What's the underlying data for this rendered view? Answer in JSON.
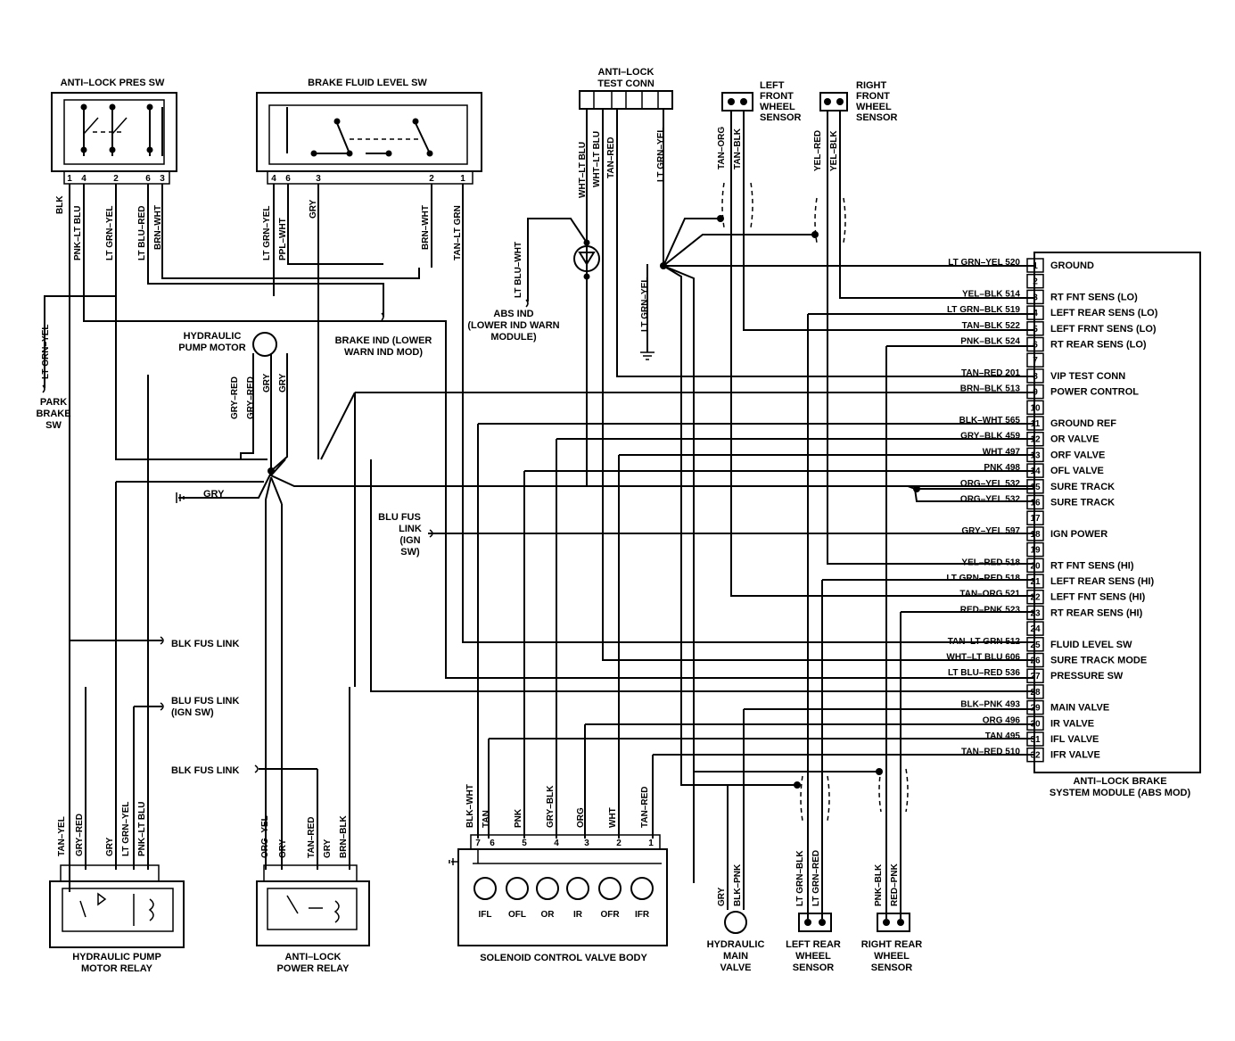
{
  "components": {
    "anti_lock_pres_sw": "ANTI–LOCK PRES SW",
    "brake_fluid_level_sw": "BRAKE FLUID LEVEL SW",
    "anti_lock_test_conn": [
      "ANTI–LOCK",
      "TEST CONN"
    ],
    "left_front_wheel_sensor": [
      "LEFT",
      "FRONT",
      "WHEEL",
      "SENSOR"
    ],
    "right_front_wheel_sensor": [
      "RIGHT",
      "FRONT",
      "WHEEL",
      "SENSOR"
    ],
    "hydraulic_pump_motor": [
      "HYDRAULIC",
      "PUMP MOTOR"
    ],
    "brake_ind": [
      "BRAKE IND (LOWER",
      "WARN IND MOD)"
    ],
    "abs_ind": [
      "ABS IND",
      "(LOWER IND WARN",
      "MODULE)"
    ],
    "park_brake_sw": [
      "PARK",
      "BRAKE",
      "SW"
    ],
    "blu_fus_link_ign": [
      "BLU FUS",
      "LINK",
      "(IGN",
      "SW)"
    ],
    "blk_fus_link_1": "BLK FUS LINK",
    "blu_fus_link_2": [
      "BLU FUS LINK",
      "(IGN SW)"
    ],
    "blk_fus_link_3": "BLK FUS LINK",
    "hydraulic_pump_motor_relay": [
      "HYDRAULIC PUMP",
      "MOTOR RELAY"
    ],
    "anti_lock_power_relay": [
      "ANTI–LOCK",
      "POWER RELAY"
    ],
    "solenoid_control_valve_body": "SOLENOID CONTROL VALVE BODY",
    "hydraulic_main_valve": [
      "HYDRAULIC",
      "MAIN",
      "VALVE"
    ],
    "left_rear_wheel_sensor": [
      "LEFT REAR",
      "WHEEL",
      "SENSOR"
    ],
    "right_rear_wheel_sensor": [
      "RIGHT REAR",
      "WHEEL",
      "SENSOR"
    ],
    "abs_module": [
      "ANTI–LOCK BRAKE",
      "SYSTEM MODULE (ABS MOD)"
    ]
  },
  "pres_sw_pins": [
    "1",
    "4",
    "2",
    "6",
    "3"
  ],
  "pres_sw_wires": [
    "BLK",
    "PNK–LT BLU",
    "LT GRN–YEL",
    "LT BLU–RED",
    "BRN–WHT"
  ],
  "fluid_sw_pins": [
    "4",
    "6",
    "3",
    "2",
    "1"
  ],
  "fluid_sw_wires": [
    "LT GRN–YEL",
    "PPL–WHT",
    "GRY",
    "BRN–WHT",
    "TAN–LT GRN"
  ],
  "test_conn_wires": [
    "WHT–LT BLU",
    "WHT–LT BLU",
    "TAN–RED",
    "LT GRN–YEL"
  ],
  "lf_sensor_wires": [
    "TAN–ORG",
    "TAN–BLK"
  ],
  "rf_sensor_wires": [
    "YEL–RED",
    "YEL–BLK"
  ],
  "misc_wires": {
    "park_brake": "LT GRN–YEL",
    "abs_ind": "LT BLU–WHT",
    "ground_lt_grn_yel": "LT GRN–YEL",
    "pump_motor": [
      "GRY–RED",
      "GRY–RED",
      "GRY",
      "GRY"
    ],
    "gry_ground": "GRY"
  },
  "pump_relay_wires": [
    "TAN–YEL",
    "GRY–RED",
    "GRY",
    "LT GRN–YEL",
    "PNK–LT BLU"
  ],
  "power_relay_wires": [
    "ORG–YEL",
    "GRY",
    "TAN–RED",
    "GRY",
    "BRN–BLK"
  ],
  "solenoid_pins": [
    "7",
    "6",
    "5",
    "4",
    "3",
    "2",
    "1"
  ],
  "solenoid_wires": [
    "BLK–WHT",
    "TAN",
    "PNK",
    "GRY–BLK",
    "ORG",
    "WHT",
    "TAN–RED"
  ],
  "solenoid_valves": [
    "IFL",
    "OFL",
    "OR",
    "IR",
    "OFR",
    "IFR"
  ],
  "main_valve_wires": [
    "GRY",
    "BLK–PNK"
  ],
  "lr_sensor_wires": [
    "LT GRN–BLK",
    "LT GRN–RED"
  ],
  "rr_sensor_wires": [
    "PNK–BLK",
    "RED–PNK"
  ],
  "module_pins": [
    {
      "pin": "1",
      "wire": "LT GRN–YEL 520",
      "func": "GROUND"
    },
    {
      "pin": "2",
      "wire": "",
      "func": ""
    },
    {
      "pin": "3",
      "wire": "YEL–BLK 514",
      "func": "RT FNT SENS (LO)"
    },
    {
      "pin": "4",
      "wire": "LT GRN–BLK 519",
      "func": "LEFT REAR SENS (LO)"
    },
    {
      "pin": "5",
      "wire": "TAN–BLK 522",
      "func": "LEFT FRNT SENS (LO)"
    },
    {
      "pin": "6",
      "wire": "PNK–BLK 524",
      "func": "RT REAR SENS (LO)"
    },
    {
      "pin": "7",
      "wire": "",
      "func": ""
    },
    {
      "pin": "8",
      "wire": "TAN–RED 201",
      "func": "VIP TEST CONN"
    },
    {
      "pin": "9",
      "wire": "BRN–BLK 513",
      "func": "POWER CONTROL"
    },
    {
      "pin": "10",
      "wire": "",
      "func": ""
    },
    {
      "pin": "11",
      "wire": "BLK–WHT 565",
      "func": "GROUND REF"
    },
    {
      "pin": "12",
      "wire": "GRY–BLK 459",
      "func": "OR VALVE"
    },
    {
      "pin": "13",
      "wire": "WHT 497",
      "func": "ORF VALVE"
    },
    {
      "pin": "14",
      "wire": "PNK 498",
      "func": "OFL VALVE"
    },
    {
      "pin": "15",
      "wire": "ORG–YEL 532",
      "func": "SURE TRACK"
    },
    {
      "pin": "16",
      "wire": "ORG–YEL 532",
      "func": "SURE TRACK"
    },
    {
      "pin": "17",
      "wire": "",
      "func": ""
    },
    {
      "pin": "18",
      "wire": "GRY–YEL 597",
      "func": "IGN POWER"
    },
    {
      "pin": "19",
      "wire": "",
      "func": ""
    },
    {
      "pin": "20",
      "wire": "YEL–RED 518",
      "func": "RT FNT SENS (HI)"
    },
    {
      "pin": "21",
      "wire": "LT GRN–RED 518",
      "func": "LEFT REAR SENS (HI)"
    },
    {
      "pin": "22",
      "wire": "TAN–ORG 521",
      "func": "LEFT FNT SENS (HI)"
    },
    {
      "pin": "23",
      "wire": "RED–PNK 523",
      "func": "RT REAR SENS (HI)"
    },
    {
      "pin": "24",
      "wire": "",
      "func": ""
    },
    {
      "pin": "25",
      "wire": "TAN–LT GRN 512",
      "func": "FLUID LEVEL SW"
    },
    {
      "pin": "26",
      "wire": "WHT–LT BLU 606",
      "func": "SURE TRACK MODE"
    },
    {
      "pin": "27",
      "wire": "LT BLU–RED 536",
      "func": "PRESSURE SW"
    },
    {
      "pin": "28",
      "wire": "",
      "func": ""
    },
    {
      "pin": "29",
      "wire": "BLK–PNK 493",
      "func": "MAIN VALVE"
    },
    {
      "pin": "30",
      "wire": "ORG 496",
      "func": "IR VALVE"
    },
    {
      "pin": "31",
      "wire": "TAN 495",
      "func": "IFL VALVE"
    },
    {
      "pin": "32",
      "wire": "TAN–RED 510",
      "func": "IFR VALVE"
    }
  ]
}
